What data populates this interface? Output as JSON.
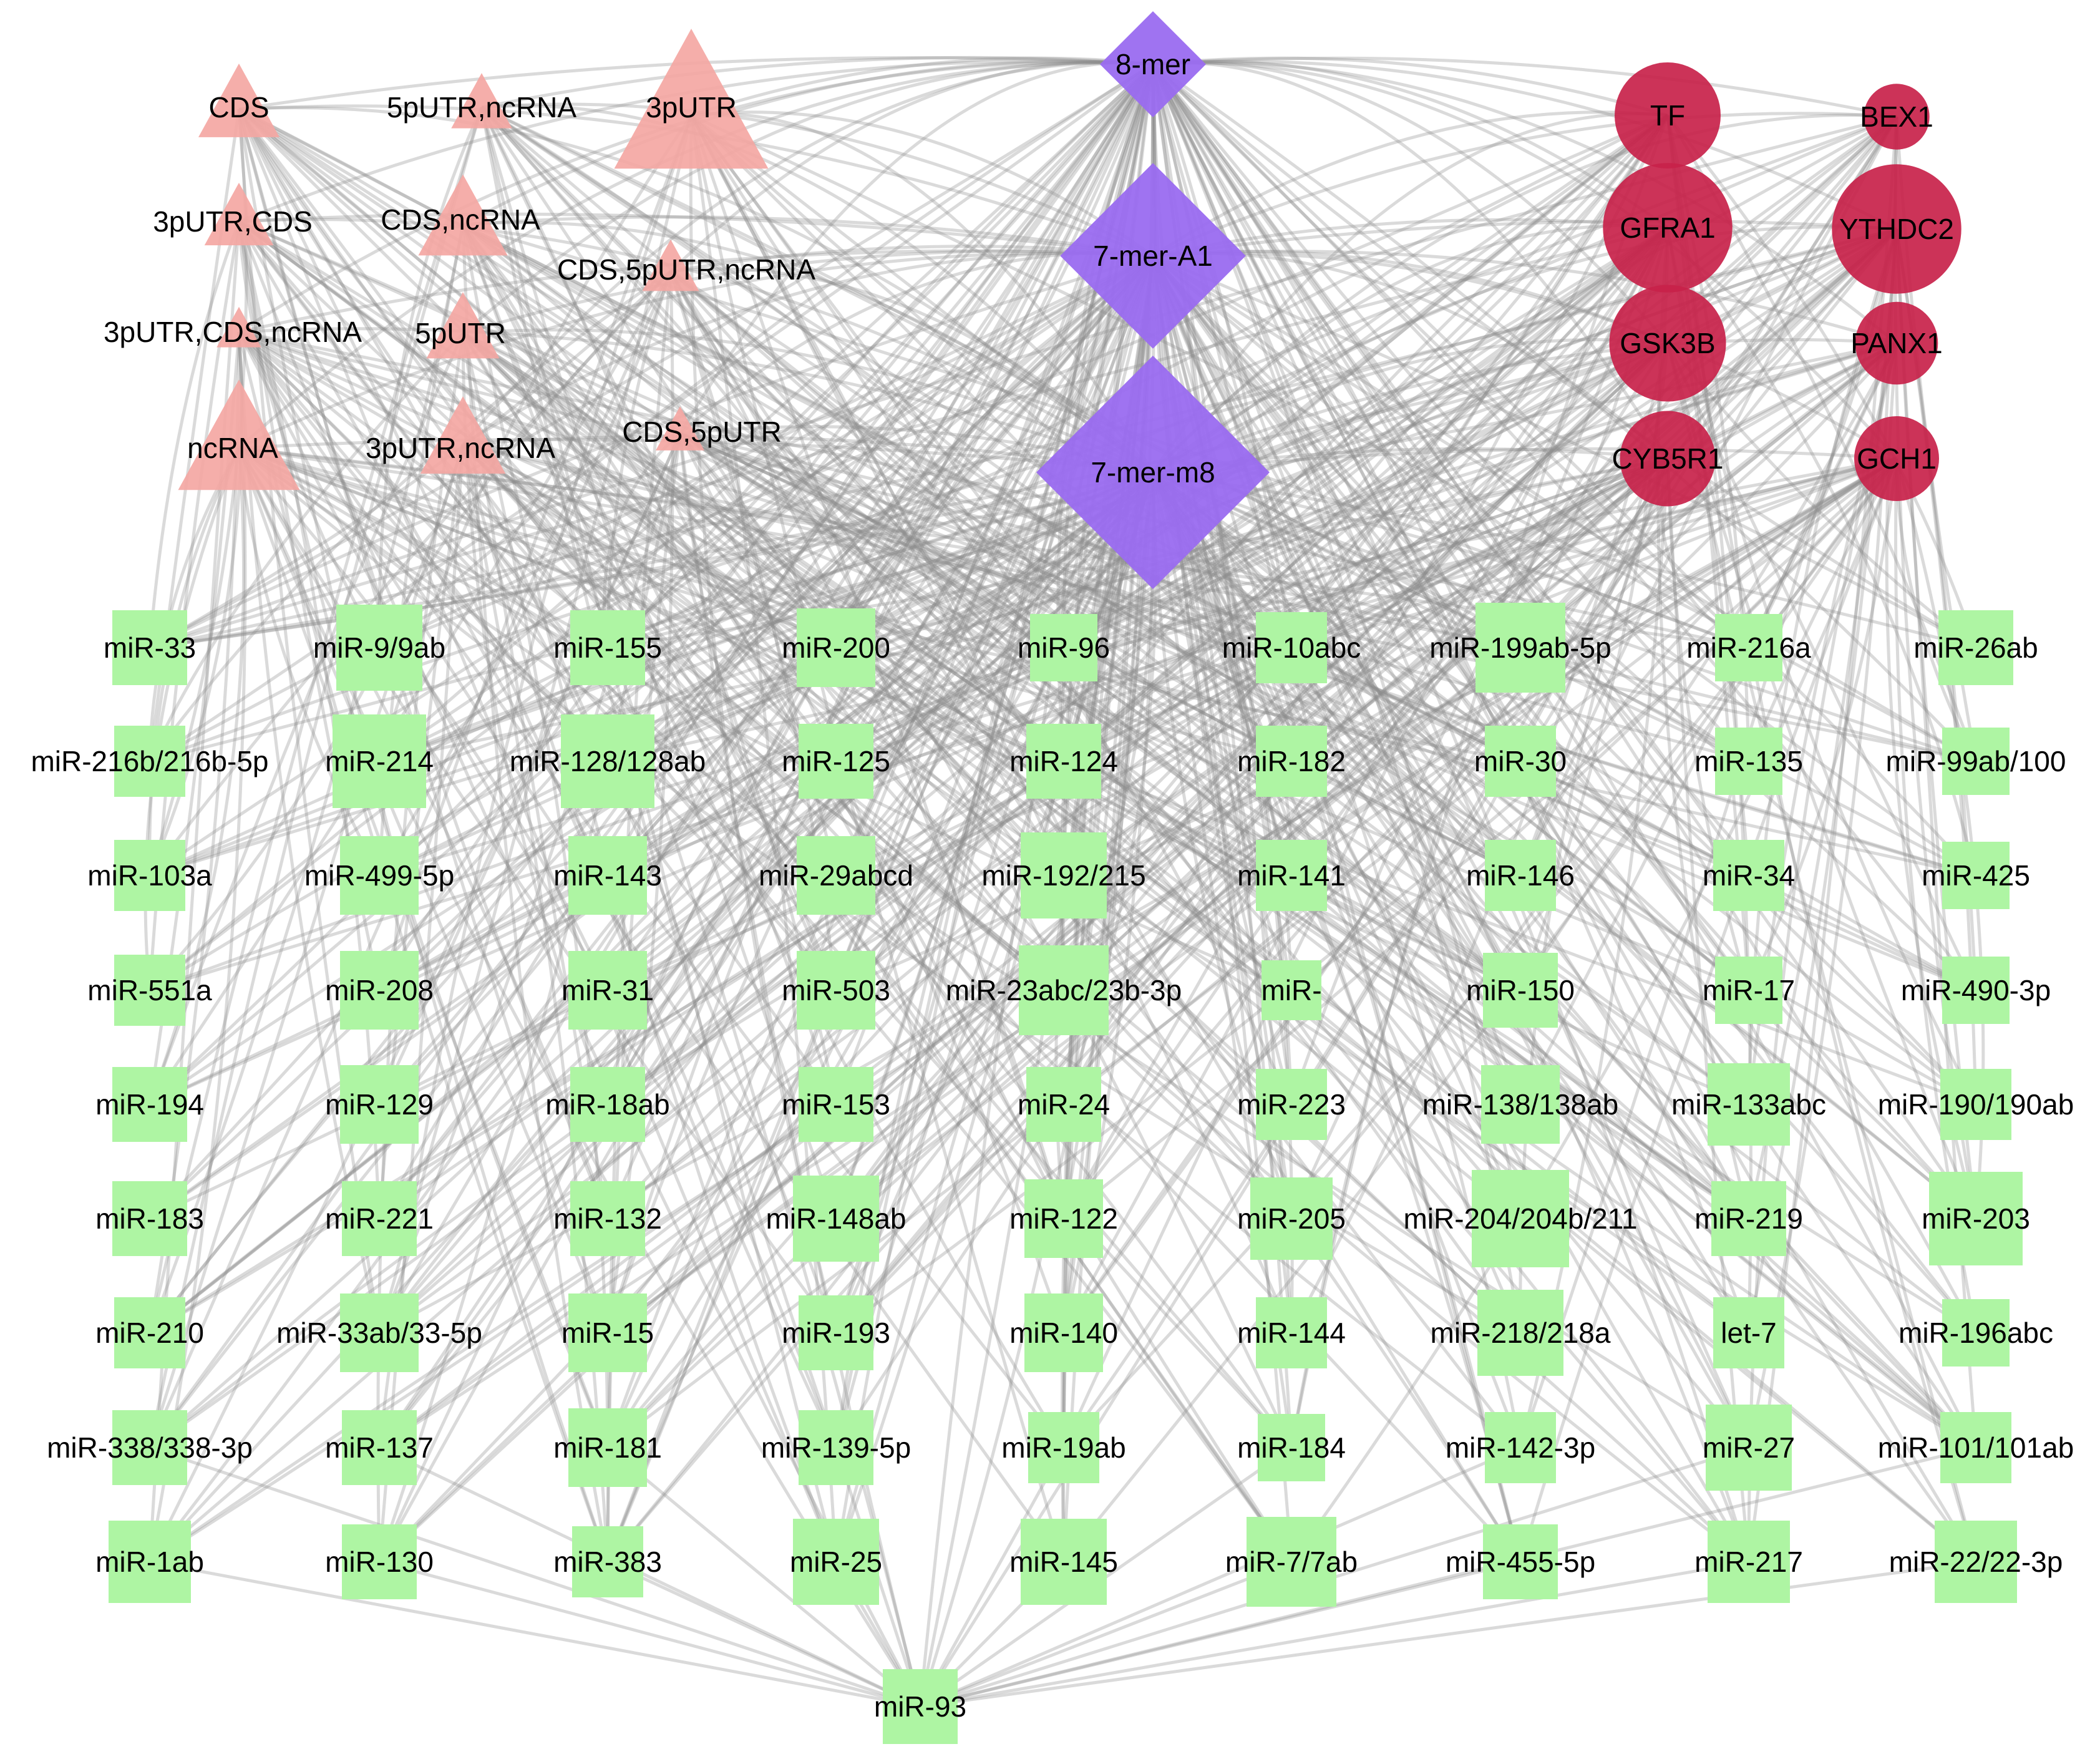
{
  "colors": {
    "edge": "#8c8c8c",
    "region": "#f4a7a3",
    "site": "#9a6cf0",
    "gene": "#c8224a",
    "mirna": "#aef5a3",
    "label": "#000000"
  },
  "regions": [
    {
      "id": "CDS",
      "label": "CDS",
      "size": 1.0
    },
    {
      "id": "5pUTR,ncRNA",
      "label": "5pUTR,ncRNA",
      "size": 0.75
    },
    {
      "id": "3pUTR",
      "label": "3pUTR",
      "size": 1.9
    },
    {
      "id": "3pUTR,CDS",
      "label": "3pUTR,CDS",
      "size": 0.85
    },
    {
      "id": "CDS,ncRNA",
      "label": "CDS,ncRNA",
      "size": 1.1
    },
    {
      "id": "CDS,5pUTR,ncRNA",
      "label": "CDS,5pUTR,ncRNA",
      "size": 0.7
    },
    {
      "id": "3pUTR,CDS,ncRNA",
      "label": "3pUTR,CDS,ncRNA",
      "size": 0.55
    },
    {
      "id": "5pUTR",
      "label": "5pUTR",
      "size": 0.9
    },
    {
      "id": "CDS,5pUTR",
      "label": "CDS,5pUTR",
      "size": 0.6
    },
    {
      "id": "ncRNA",
      "label": "ncRNA",
      "size": 1.5
    },
    {
      "id": "3pUTR,ncRNA",
      "label": "3pUTR,ncRNA",
      "size": 1.05
    }
  ],
  "sites": [
    {
      "id": "8-mer",
      "label": "8-mer",
      "size": 1.0
    },
    {
      "id": "7-mer-A1",
      "label": "7-mer-A1",
      "size": 1.75
    },
    {
      "id": "7-mer-m8",
      "label": "7-mer-m8",
      "size": 2.2
    }
  ],
  "genes": [
    {
      "id": "TF",
      "label": "TF",
      "size": 1.0
    },
    {
      "id": "BEX1",
      "label": "BEX1",
      "size": 0.62
    },
    {
      "id": "GFRA1",
      "label": "GFRA1",
      "size": 1.22
    },
    {
      "id": "YTHDC2",
      "label": "YTHDC2",
      "size": 1.22
    },
    {
      "id": "GSK3B",
      "label": "GSK3B",
      "size": 1.1
    },
    {
      "id": "PANX1",
      "label": "PANX1",
      "size": 0.78
    },
    {
      "id": "CYB5R1",
      "label": "CYB5R1",
      "size": 0.9
    },
    {
      "id": "GCH1",
      "label": "GCH1",
      "size": 0.8
    }
  ],
  "mirnas": [
    {
      "id": "miR-33",
      "label": "miR-33",
      "size": 1.0
    },
    {
      "id": "miR-9/9ab",
      "label": "miR-9/9ab",
      "size": 1.15
    },
    {
      "id": "miR-155",
      "label": "miR-155",
      "size": 1.0
    },
    {
      "id": "miR-200",
      "label": "miR-200",
      "size": 1.05
    },
    {
      "id": "miR-96",
      "label": "miR-96",
      "size": 0.9
    },
    {
      "id": "miR-10abc",
      "label": "miR-10abc",
      "size": 0.95
    },
    {
      "id": "miR-199ab-5p",
      "label": "miR-199ab-5p",
      "size": 1.2
    },
    {
      "id": "miR-216a",
      "label": "miR-216a",
      "size": 0.9
    },
    {
      "id": "miR-26ab",
      "label": "miR-26ab",
      "size": 1.0
    },
    {
      "id": "miR-216b/216b-5p",
      "label": "miR-216b/216b-5p",
      "size": 0.95
    },
    {
      "id": "miR-214",
      "label": "miR-214",
      "size": 1.25
    },
    {
      "id": "miR-128/128ab",
      "label": "miR-128/128ab",
      "size": 1.25
    },
    {
      "id": "miR-125",
      "label": "miR-125",
      "size": 1.0
    },
    {
      "id": "miR-124",
      "label": "miR-124",
      "size": 1.0
    },
    {
      "id": "miR-182",
      "label": "miR-182",
      "size": 0.95
    },
    {
      "id": "miR-30",
      "label": "miR-30",
      "size": 0.95
    },
    {
      "id": "miR-135",
      "label": "miR-135",
      "size": 0.9
    },
    {
      "id": "miR-99ab/100",
      "label": "miR-99ab/100",
      "size": 0.9
    },
    {
      "id": "miR-103a",
      "label": "miR-103a",
      "size": 0.95
    },
    {
      "id": "miR-499-5p",
      "label": "miR-499-5p",
      "size": 1.05
    },
    {
      "id": "miR-143",
      "label": "miR-143",
      "size": 1.05
    },
    {
      "id": "miR-29abcd",
      "label": "miR-29abcd",
      "size": 1.05
    },
    {
      "id": "miR-192/215",
      "label": "miR-192/215",
      "size": 1.15
    },
    {
      "id": "miR-141",
      "label": "miR-141",
      "size": 0.95
    },
    {
      "id": "miR-146",
      "label": "miR-146",
      "size": 0.95
    },
    {
      "id": "miR-34",
      "label": "miR-34",
      "size": 0.95
    },
    {
      "id": "miR-425",
      "label": "miR-425",
      "size": 0.9
    },
    {
      "id": "miR-551a",
      "label": "miR-551a",
      "size": 0.95
    },
    {
      "id": "miR-208",
      "label": "miR-208",
      "size": 1.05
    },
    {
      "id": "miR-31",
      "label": "miR-31",
      "size": 1.05
    },
    {
      "id": "miR-503",
      "label": "miR-503",
      "size": 1.05
    },
    {
      "id": "miR-23abc/23b-3p",
      "label": "miR-23abc/23b-3p",
      "size": 1.2
    },
    {
      "id": "miR-",
      "label": "miR-",
      "size": 0.8
    },
    {
      "id": "miR-150",
      "label": "miR-150",
      "size": 1.0
    },
    {
      "id": "miR-17",
      "label": "miR-17",
      "size": 0.9
    },
    {
      "id": "miR-490-3p",
      "label": "miR-490-3p",
      "size": 0.9
    },
    {
      "id": "miR-194",
      "label": "miR-194",
      "size": 1.0
    },
    {
      "id": "miR-129",
      "label": "miR-129",
      "size": 1.05
    },
    {
      "id": "miR-18ab",
      "label": "miR-18ab",
      "size": 1.0
    },
    {
      "id": "miR-153",
      "label": "miR-153",
      "size": 1.0
    },
    {
      "id": "miR-24",
      "label": "miR-24",
      "size": 1.0
    },
    {
      "id": "miR-223",
      "label": "miR-223",
      "size": 0.95
    },
    {
      "id": "miR-138/138ab",
      "label": "miR-138/138ab",
      "size": 1.05
    },
    {
      "id": "miR-133abc",
      "label": "miR-133abc",
      "size": 1.1
    },
    {
      "id": "miR-190/190ab",
      "label": "miR-190/190ab",
      "size": 0.95
    },
    {
      "id": "miR-183",
      "label": "miR-183",
      "size": 1.0
    },
    {
      "id": "miR-221",
      "label": "miR-221",
      "size": 1.0
    },
    {
      "id": "miR-132",
      "label": "miR-132",
      "size": 1.0
    },
    {
      "id": "miR-148ab",
      "label": "miR-148ab",
      "size": 1.15
    },
    {
      "id": "miR-122",
      "label": "miR-122",
      "size": 1.05
    },
    {
      "id": "miR-205",
      "label": "miR-205",
      "size": 1.1
    },
    {
      "id": "miR-204/204b/211",
      "label": "miR-204/204b/211",
      "size": 1.3
    },
    {
      "id": "miR-219",
      "label": "miR-219",
      "size": 1.0
    },
    {
      "id": "miR-203",
      "label": "miR-203",
      "size": 1.25
    },
    {
      "id": "miR-210",
      "label": "miR-210",
      "size": 0.95
    },
    {
      "id": "miR-33ab/33-5p",
      "label": "miR-33ab/33-5p",
      "size": 1.05
    },
    {
      "id": "miR-15",
      "label": "miR-15",
      "size": 1.05
    },
    {
      "id": "miR-193",
      "label": "miR-193",
      "size": 1.0
    },
    {
      "id": "miR-140",
      "label": "miR-140",
      "size": 1.05
    },
    {
      "id": "miR-144",
      "label": "miR-144",
      "size": 0.95
    },
    {
      "id": "miR-218/218a",
      "label": "miR-218/218a",
      "size": 1.15
    },
    {
      "id": "let-7",
      "label": "let-7",
      "size": 0.95
    },
    {
      "id": "miR-196abc",
      "label": "miR-196abc",
      "size": 0.9
    },
    {
      "id": "miR-338/338-3p",
      "label": "miR-338/338-3p",
      "size": 1.0
    },
    {
      "id": "miR-137",
      "label": "miR-137",
      "size": 1.0
    },
    {
      "id": "miR-181",
      "label": "miR-181",
      "size": 1.05
    },
    {
      "id": "miR-139-5p",
      "label": "miR-139-5p",
      "size": 1.0
    },
    {
      "id": "miR-19ab",
      "label": "miR-19ab",
      "size": 0.95
    },
    {
      "id": "miR-184",
      "label": "miR-184",
      "size": 0.9
    },
    {
      "id": "miR-142-3p",
      "label": "miR-142-3p",
      "size": 0.95
    },
    {
      "id": "miR-27",
      "label": "miR-27",
      "size": 1.15
    },
    {
      "id": "miR-101/101ab",
      "label": "miR-101/101ab",
      "size": 0.95
    },
    {
      "id": "miR-1ab",
      "label": "miR-1ab",
      "size": 1.1
    },
    {
      "id": "miR-130",
      "label": "miR-130",
      "size": 1.0
    },
    {
      "id": "miR-383",
      "label": "miR-383",
      "size": 0.95
    },
    {
      "id": "miR-25",
      "label": "miR-25",
      "size": 1.15
    },
    {
      "id": "miR-145",
      "label": "miR-145",
      "size": 1.15
    },
    {
      "id": "miR-7/7ab",
      "label": "miR-7/7ab",
      "size": 1.2
    },
    {
      "id": "miR-455-5p",
      "label": "miR-455-5p",
      "size": 1.0
    },
    {
      "id": "miR-217",
      "label": "miR-217",
      "size": 1.1
    },
    {
      "id": "miR-22/22-3p",
      "label": "miR-22/22-3p",
      "size": 1.1
    },
    {
      "id": "miR-93",
      "label": "miR-93",
      "size": 1.0
    }
  ],
  "edges": []
}
